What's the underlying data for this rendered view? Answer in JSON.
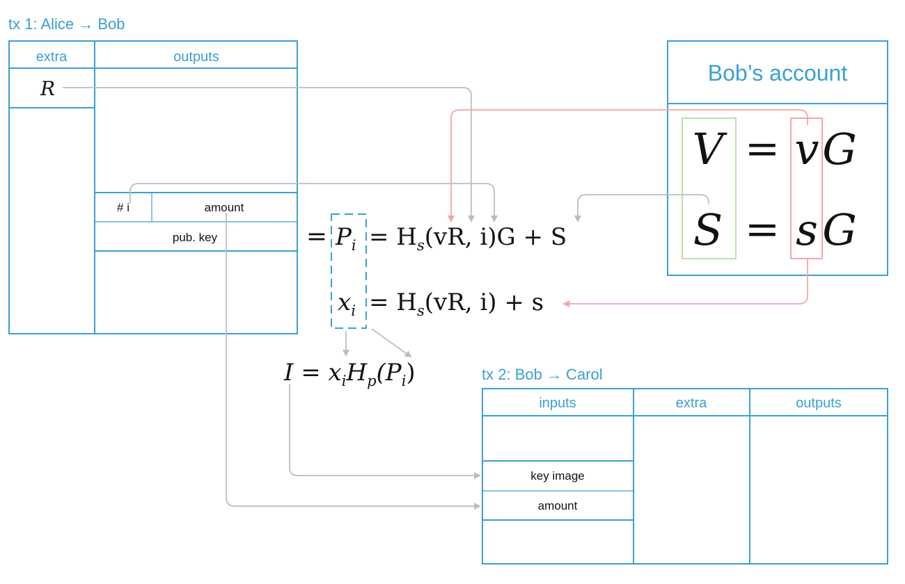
{
  "tx1": {
    "title": "tx 1: Alice → Bob",
    "col_extra": "extra",
    "col_outputs": "outputs",
    "extra_value": "R",
    "output_index": "# i",
    "output_amount": "amount",
    "output_pubkey": "pub. key"
  },
  "account": {
    "title": "Bob’s account",
    "eq1": {
      "lhs": "V",
      "op": "=",
      "scalar": "v",
      "base": "G"
    },
    "eq2": {
      "lhs": "S",
      "op": "=",
      "scalar": "s",
      "base": "G"
    }
  },
  "formulas": {
    "pi_prefix": "=",
    "pi": {
      "var": "P",
      "sub": "i",
      "rhs_1": "= H",
      "rhs_sub": "s",
      "rhs_2": "(vR, i)G + S"
    },
    "xi": {
      "var": "x",
      "sub": "i",
      "rhs_1": "= H",
      "rhs_sub": "s",
      "rhs_2": "(vR, i) + s"
    },
    "key_image": {
      "lhs": "I = x",
      "sub1": "i",
      "mid": "H",
      "sub2": "p",
      "paren": "(P",
      "sub3": "i",
      "close": ")"
    }
  },
  "tx2": {
    "title": "tx 2: Bob → Carol",
    "col_inputs": "inputs",
    "col_extra": "extra",
    "col_outputs": "outputs",
    "input_key_image": "key image",
    "input_amount": "amount"
  },
  "colors": {
    "accent": "#3aa0cf",
    "arrow_gray": "#bdbdbd",
    "arrow_pink": "#f2a7a7",
    "highlight_green": "#b7e3a8",
    "highlight_pink": "#f2a7a7"
  }
}
